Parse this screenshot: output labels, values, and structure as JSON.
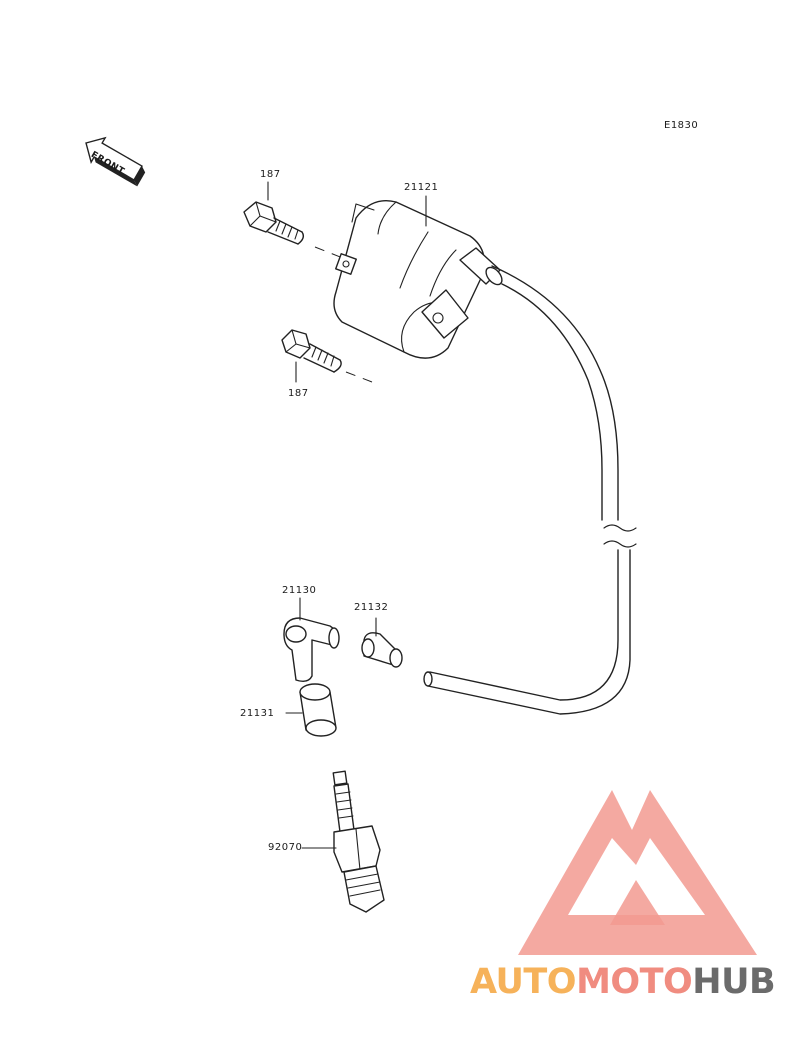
{
  "diagram_code": "E1830",
  "front_label": "FRONT",
  "parts": {
    "coil_bolt_upper": "187",
    "coil_bolt_lower": "187",
    "ignition_coil": "21121",
    "plug_cap": "21130",
    "cap_seal": "21131",
    "wire_seal": "21132",
    "spark_plug": "92070"
  },
  "watermark": {
    "auto": "AUTO",
    "moto": "MOTO",
    "hub": "HUB",
    "colors": {
      "auto": "#f6b25a",
      "moto": "#f08c80",
      "hub": "#6b6b6b",
      "logo": "#f29a90"
    }
  }
}
